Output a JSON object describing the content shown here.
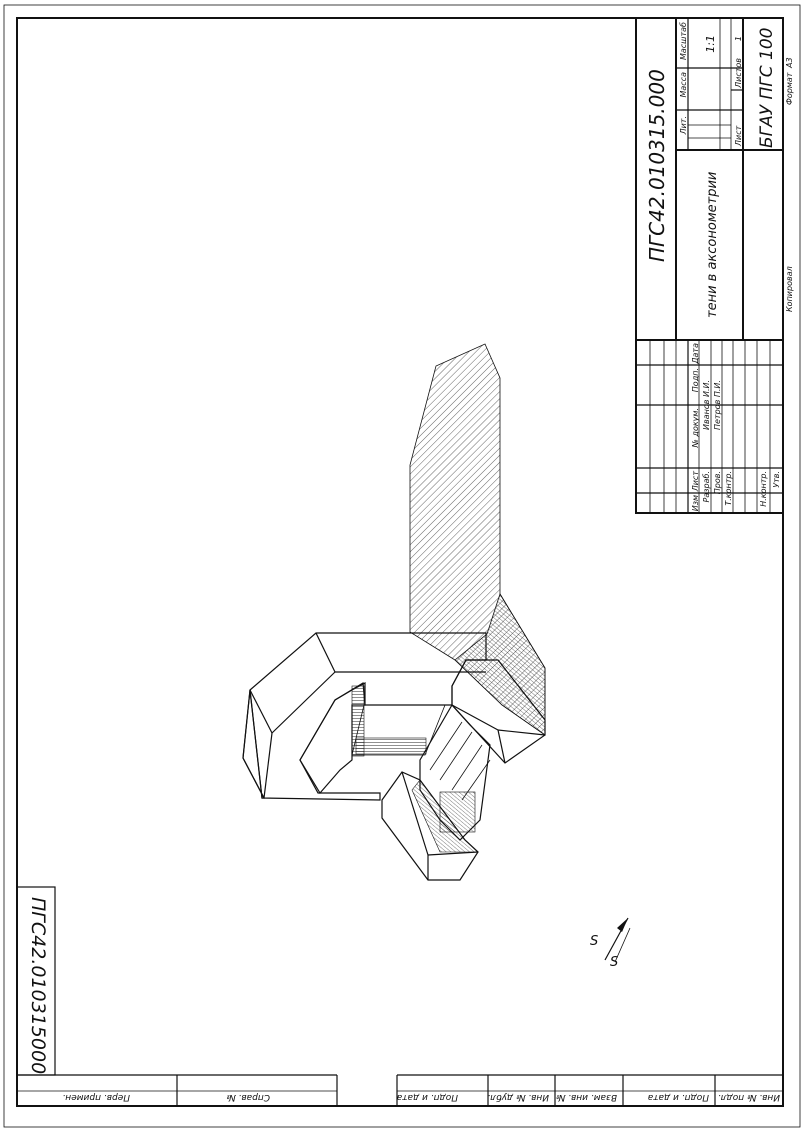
{
  "title_block": {
    "designation": "ПГС42.010315.000",
    "title": "тени в аксонометрии",
    "organization": "БГАУ ПГС 100",
    "lit_label": "Лит.",
    "mass_label": "Масса",
    "scale_label": "Масштаб",
    "scale_value": "1:1",
    "sheet_label": "Лист",
    "sheets_label": "Листов",
    "sheets_value": "1",
    "rev_headers": [
      "Изм",
      "Лист",
      "№ докум.",
      "Подп.",
      "Дата"
    ],
    "roles": [
      "Разраб.",
      "Пров.",
      "Т.контр.",
      "Н.контр.",
      "Утв."
    ],
    "names": [
      "Иванов И.И.",
      "Петров П.И."
    ],
    "copied_label": "Копировал",
    "format_label": "Формат",
    "format_value": "А3"
  },
  "side_stamp": {
    "designation": "ПГС42.010315000"
  },
  "margin_labels": [
    "Перв. примен.",
    "Справ. №",
    "Подп. и дата",
    "Инв. № дубл.",
    "Взам. инв. №",
    "Подп. и дата",
    "Инв. № подл."
  ],
  "light_marks": {
    "s1": "S",
    "s2": "S"
  }
}
